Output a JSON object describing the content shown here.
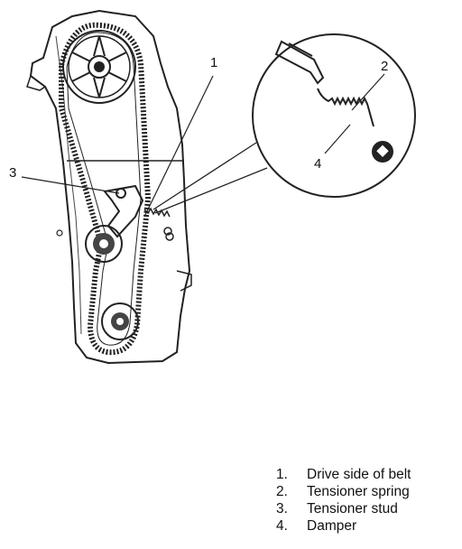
{
  "callouts": {
    "c1": "1",
    "c2": "2",
    "c3": "3",
    "c4": "4"
  },
  "legend": [
    {
      "num": "1.",
      "label": "Drive side of belt"
    },
    {
      "num": "2.",
      "label": "Tensioner spring"
    },
    {
      "num": "3.",
      "label": "Tensioner stud"
    },
    {
      "num": "4.",
      "label": "Damper"
    }
  ]
}
